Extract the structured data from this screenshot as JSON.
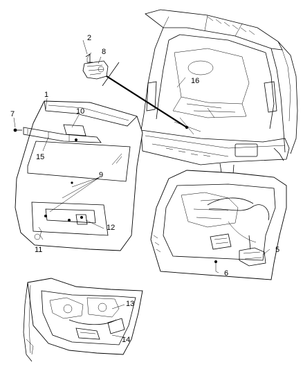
{
  "callouts": {
    "c1": "1",
    "c2": "2",
    "c5": "5",
    "c6": "6",
    "c7": "7",
    "c8": "8",
    "c9": "9",
    "c10": "10",
    "c11": "11",
    "c12": "12",
    "c13": "13",
    "c14": "14",
    "c15": "15",
    "c16": "16"
  }
}
